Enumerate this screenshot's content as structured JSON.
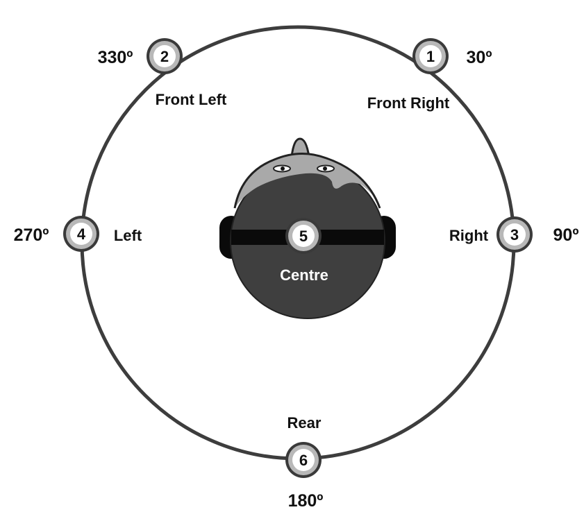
{
  "colors": {
    "ring": "#3d3d3d",
    "head_face": "#a9a9a9",
    "head_hair": "#3f3f3f",
    "headband": "#0a0a0a",
    "marker_outer": "#3a3a3a",
    "marker_ring": "#b8b8b8",
    "marker_fill": "#ffffff",
    "centre_label": "#ffffff"
  },
  "head": {
    "label": "Centre"
  },
  "speakers": [
    {
      "id": "1",
      "name": "Front Right",
      "angle": "30º"
    },
    {
      "id": "2",
      "name": "Front Left",
      "angle": "330º"
    },
    {
      "id": "3",
      "name": "Right",
      "angle": "90º"
    },
    {
      "id": "4",
      "name": "Left",
      "angle": "270º"
    },
    {
      "id": "5",
      "name": "Centre",
      "angle": ""
    },
    {
      "id": "6",
      "name": "Rear",
      "angle": "180º"
    }
  ]
}
